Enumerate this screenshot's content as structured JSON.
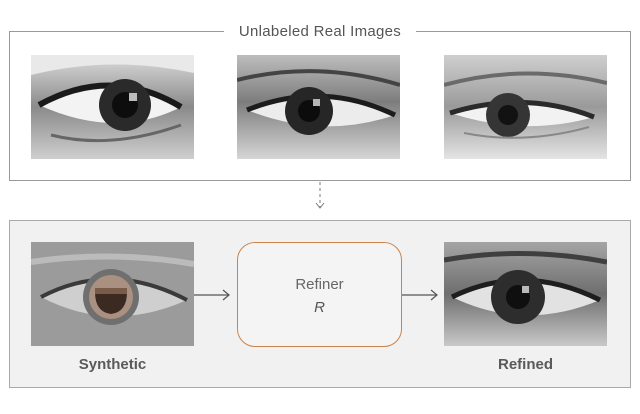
{
  "top_panel": {
    "title": "Unlabeled Real Images",
    "images": [
      "real-eye-1",
      "real-eye-2",
      "real-eye-3"
    ]
  },
  "bottom_panel": {
    "synthetic_caption": "Synthetic",
    "refiner_label": "Refiner",
    "refiner_symbol": "R",
    "refined_caption": "Refined"
  },
  "colors": {
    "frame": "#9a9a9a",
    "panel_bg": "#f1f1f1",
    "refiner_border": "#c9844e",
    "arrow": "#555555"
  }
}
